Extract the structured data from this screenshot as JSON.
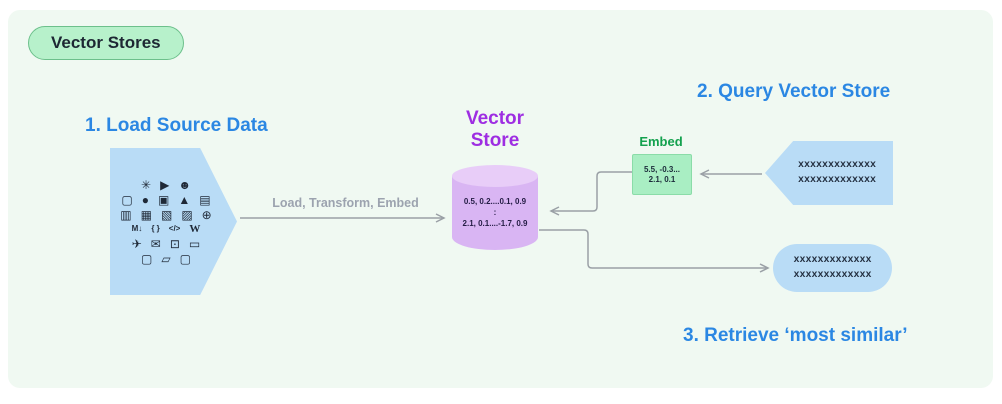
{
  "badge": {
    "label": "Vector Stores"
  },
  "steps": {
    "step1_title": "1. Load Source Data",
    "step2_title": "2. Query Vector Store",
    "step3_title": "3. Retrieve ‘most similar’"
  },
  "pipeline_arrow_label": "Load, Transform, Embed",
  "vector_store": {
    "title_line1": "Vector",
    "title_line2": "Store",
    "data_line1": "0.5, 0.2....0.1, 0.9",
    "data_sep": ":",
    "data_line2": "2.1, 0.1....-1.7, 0.9"
  },
  "embed": {
    "label": "Embed",
    "line1": "5.5, -0.3...",
    "line2": "2.1, 0.1"
  },
  "query_doc": {
    "line1": "xxxxxxxxxxxxx",
    "line2": "xxxxxxxxxxxxx"
  },
  "result_doc": {
    "line1": "xxxxxxxxxxxxx",
    "line2": "xxxxxxxxxxxxx"
  },
  "icons": {
    "slack": "✳",
    "youtube": "▶",
    "discord": "☻",
    "file1": "▢",
    "github": "●",
    "image": "▣",
    "drive": "▲",
    "csv": "▤",
    "doc": "▥",
    "pdf": "▦",
    "sheet": "▧",
    "word": "▨",
    "web": "⊕",
    "markdown": "M↓",
    "json": "{ }",
    "html": "</>",
    "wikipedia": "W",
    "twitter": "✈",
    "email": "✉",
    "instagram": "⊡",
    "folder": "▭",
    "file2": "▢",
    "note": "▱",
    "file3": "▢"
  },
  "colors": {
    "panel_bg": "#f0f9f2",
    "badge_bg": "#b7f1cb",
    "badge_border": "#6cc08b",
    "heading_blue": "#2b87e3",
    "store_purple": "#9e2ee2",
    "embed_green": "#13a14e",
    "shape_blue": "#b9dcf6",
    "cylinder_purple": "#d9b5f3",
    "embed_box_green": "#a9eec3",
    "arrow_gray": "#9aa0a6"
  }
}
